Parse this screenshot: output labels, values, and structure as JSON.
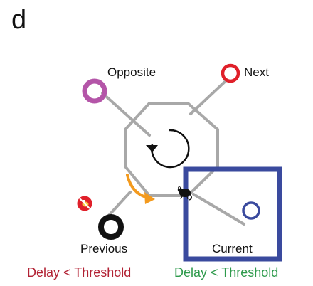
{
  "panel_label": "d",
  "arms": {
    "opposite": {
      "label": "Opposite",
      "ring_color": "#b455a8"
    },
    "next": {
      "label": "Next",
      "ring_color": "#e0202a"
    },
    "previous": {
      "label": "Previous",
      "ring_color": "#111111"
    },
    "current": {
      "label": "Current",
      "ring_color": "#3a4a9e"
    }
  },
  "conditions": {
    "previous": {
      "text": "Delay < Threshold",
      "color": "#b22234"
    },
    "current": {
      "text": "Delay < Threshold",
      "color": "#2e9a4c"
    }
  },
  "colors": {
    "maze": "#a8a8a8",
    "highlight_box": "#3a4a9e",
    "turn_arrow": "#f39a1e",
    "rotation_arrow": "#111111",
    "no_reward_badge": "#e0202a"
  },
  "icons": {
    "rotation": "circular-arrow-icon",
    "turn": "curved-arrow-icon",
    "animal": "rat-icon",
    "no_reward": "no-reward-icon"
  }
}
